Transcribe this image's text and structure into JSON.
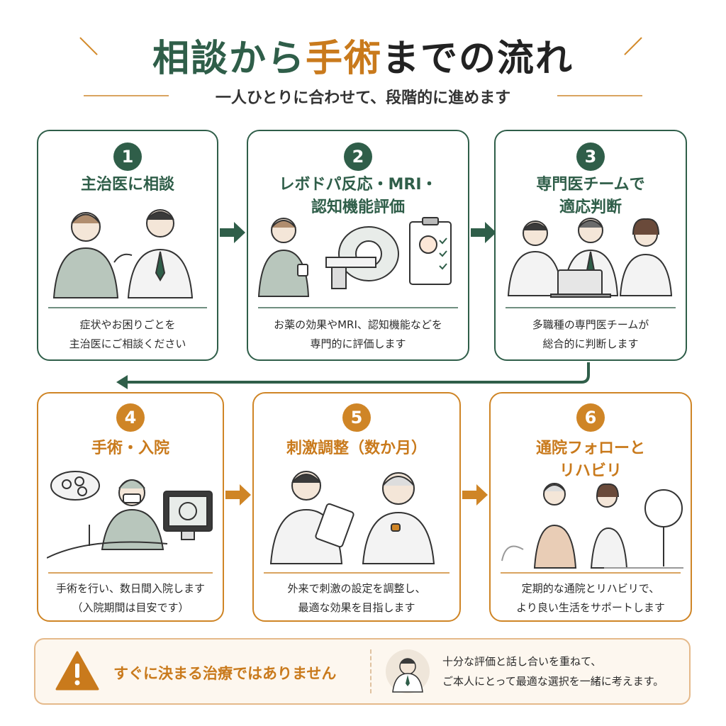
{
  "header": {
    "title_part1": "相談から",
    "title_part2": "手術",
    "title_part3": "までの流れ",
    "subtitle": "一人ひとりに合わせて、段階的に進めます"
  },
  "steps": [
    {
      "number": "1",
      "title_lines": [
        "主治医に相談",
        ""
      ],
      "desc_lines": [
        "症状やお困りごとを",
        "主治医にご相談ください"
      ]
    },
    {
      "number": "2",
      "title_lines": [
        "レボドパ反応・MRI・",
        "認知機能評価"
      ],
      "desc_lines": [
        "お薬の効果やMRI、認知機能などを",
        "専門的に評価します"
      ]
    },
    {
      "number": "3",
      "title_lines": [
        "専門医チームで",
        "適応判断"
      ],
      "desc_lines": [
        "多職種の専門医チームが",
        "総合的に判断します"
      ]
    },
    {
      "number": "4",
      "title_lines": [
        "手術・入院",
        ""
      ],
      "desc_lines": [
        "手術を行い、数日間入院します",
        "（入院期間は目安です）"
      ]
    },
    {
      "number": "5",
      "title_lines": [
        "刺激調整（数か月）",
        ""
      ],
      "desc_lines": [
        "外来で刺激の設定を調整し、",
        "最適な効果を目指します"
      ]
    },
    {
      "number": "6",
      "title_lines": [
        "通院フォローと",
        "リハビリ"
      ],
      "desc_lines": [
        "定期的な通院とリハビリで、",
        "より良い生活をサポートします"
      ]
    }
  ],
  "banner": {
    "warning": "すぐに決まる治療ではありません",
    "note_lines": [
      "十分な評価と話し合いを重ねて、",
      "ご本人にとって最適な選択を一緒に考えます。"
    ]
  },
  "colors": {
    "green": "#2f5e49",
    "orange": "#cf8526",
    "warning_fill": "#c97a1c"
  },
  "icons": [
    "sparkle-icon",
    "arrow-right-icon",
    "arrow-down-left-icon",
    "warning-triangle-icon",
    "doctor-avatar-icon"
  ]
}
